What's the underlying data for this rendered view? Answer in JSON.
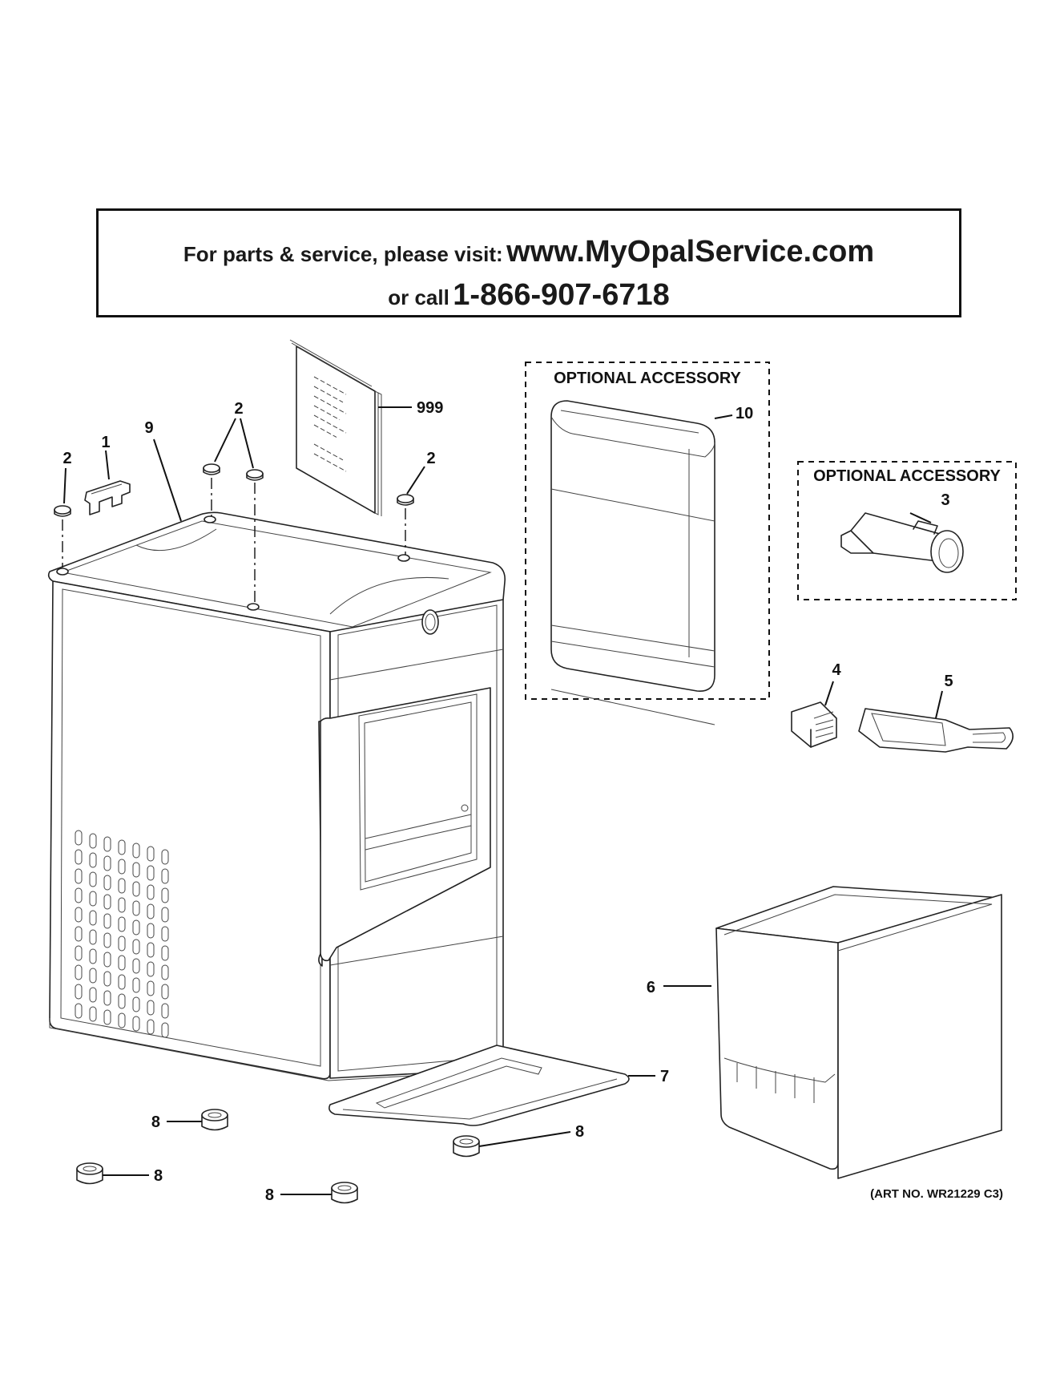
{
  "header": {
    "prefix": "For parts & service, please visit:",
    "website": "www.MyOpalService.com",
    "call_prefix": "or call",
    "phone": "1-866-907-6718"
  },
  "accessory_labels": {
    "pitcher_group": "OPTIONAL ACCESSORY",
    "filter_group": "OPTIONAL ACCESSORY"
  },
  "callouts": {
    "c1": "1",
    "c2a": "2",
    "c2b": "2",
    "c2c": "2",
    "c3": "3",
    "c4": "4",
    "c5": "5",
    "c6": "6",
    "c7": "7",
    "c8a": "8",
    "c8b": "8",
    "c8c": "8",
    "c8d": "8",
    "c9": "9",
    "c10": "10",
    "c999": "999"
  },
  "art_number": "(ART NO. WR21229 C3)"
}
